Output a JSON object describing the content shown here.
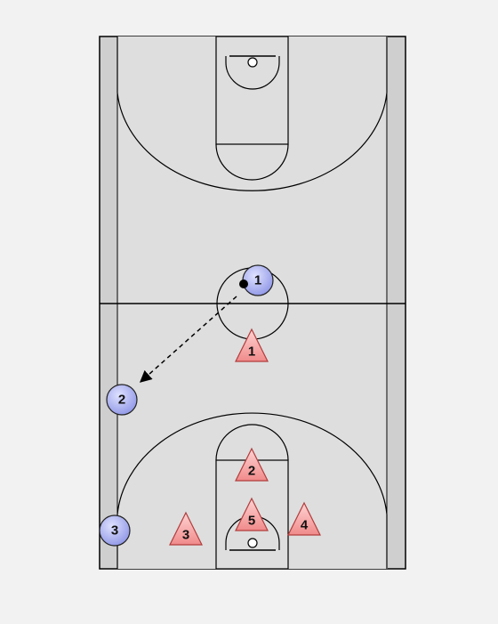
{
  "colors": {
    "page_background": "#f2f2f2",
    "court_outer": "#cfcfcf",
    "court_inner": "#dedede",
    "lines": "#000000",
    "offense_fill": "#8f96e6",
    "offense_fill_light": "#dfe2ff",
    "defense_fill": "#f08a8a",
    "defense_stroke": "#b23c3c",
    "pass_arrow": "#000000"
  },
  "offense": [
    {
      "label": "1",
      "has_ball": true
    },
    {
      "label": "2",
      "has_ball": false
    },
    {
      "label": "3",
      "has_ball": false
    }
  ],
  "defense": [
    {
      "label": "1"
    },
    {
      "label": "2"
    },
    {
      "label": "3"
    },
    {
      "label": "4"
    },
    {
      "label": "5"
    }
  ],
  "actions": [
    {
      "type": "pass",
      "from": "offense-1",
      "to": "offense-2",
      "style": "dashed-arrow"
    }
  ]
}
